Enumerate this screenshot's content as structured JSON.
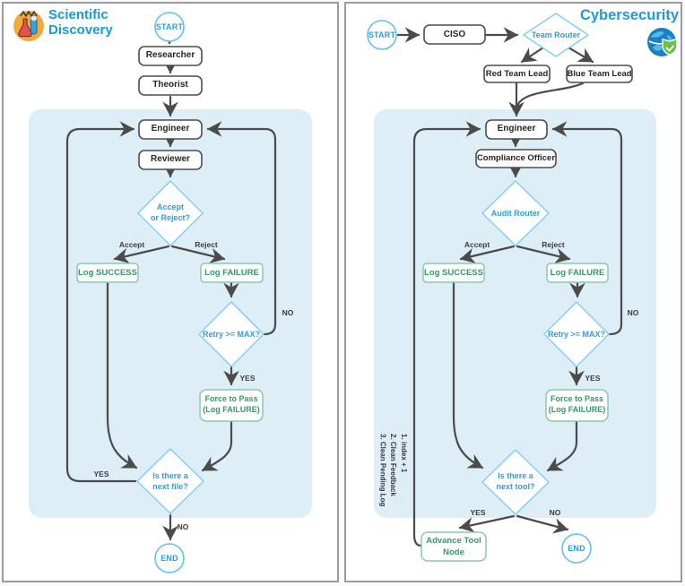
{
  "left_panel": {
    "title": "Scientific Discovery",
    "icon": "science-lab-icon",
    "nodes": {
      "start": "START",
      "researcher": "Researcher",
      "theorist": "Theorist",
      "engineer": "Engineer",
      "reviewer": "Reviewer",
      "decision_l1": "Accept",
      "decision_l2": "or Reject?",
      "log_success": "Log SUCCESS",
      "log_failure": "Log FAILURE",
      "retry": "Retry >= MAX?",
      "force_l1": "Force to Pass",
      "force_l2": "(Log FAILURE)",
      "next_l1": "Is there a",
      "next_l2": "next file?",
      "end": "END"
    },
    "edge_labels": {
      "accept": "Accept",
      "reject": "Reject",
      "retry_no": "NO",
      "retry_yes": "YES",
      "next_yes": "YES",
      "next_no": "NO"
    }
  },
  "right_panel": {
    "title": "Cybersecurity",
    "icon": "globe-shield-icon",
    "nodes": {
      "start": "START",
      "ciso": "CISO",
      "team_router": "Team Router",
      "red_team_lead": "Red Team Lead",
      "blue_team_lead": "Blue Team Lead",
      "engineer": "Engineer",
      "compliance_officer": "Compliance Officer",
      "audit_router": "Audit Router",
      "log_success": "Log SUCCESS",
      "log_failure": "Log FAILURE",
      "retry": "Retry >= MAX?",
      "force_l1": "Force to Pass",
      "force_l2": "(Log FAILURE)",
      "next_l1": "Is there a",
      "next_l2": "next tool?",
      "advance_l1": "Advance Tool",
      "advance_l2": "Node",
      "end": "END"
    },
    "edge_labels": {
      "accept": "Accept",
      "reject": "Reject",
      "retry_no": "NO",
      "retry_yes": "YES",
      "next_yes": "YES",
      "next_no": "NO",
      "loop_note_1": "1. index + 1",
      "loop_note_2": "2. Clean Feedback",
      "loop_note_3": "3. Clean Pending Log"
    }
  },
  "colors": {
    "title_blue": "#1b9ad5",
    "decision_blue": "#2e9fdb",
    "diamond_border": "#7fcdf3",
    "startend_border": "#5fc2ef",
    "green_text": "#2f9c67",
    "green_border": "#8bc9a9",
    "node_border": "#4d4d4d",
    "edge": "#4b4b4b",
    "container_bg": "#ddeef6",
    "panel_border": "#9c9c9c"
  }
}
